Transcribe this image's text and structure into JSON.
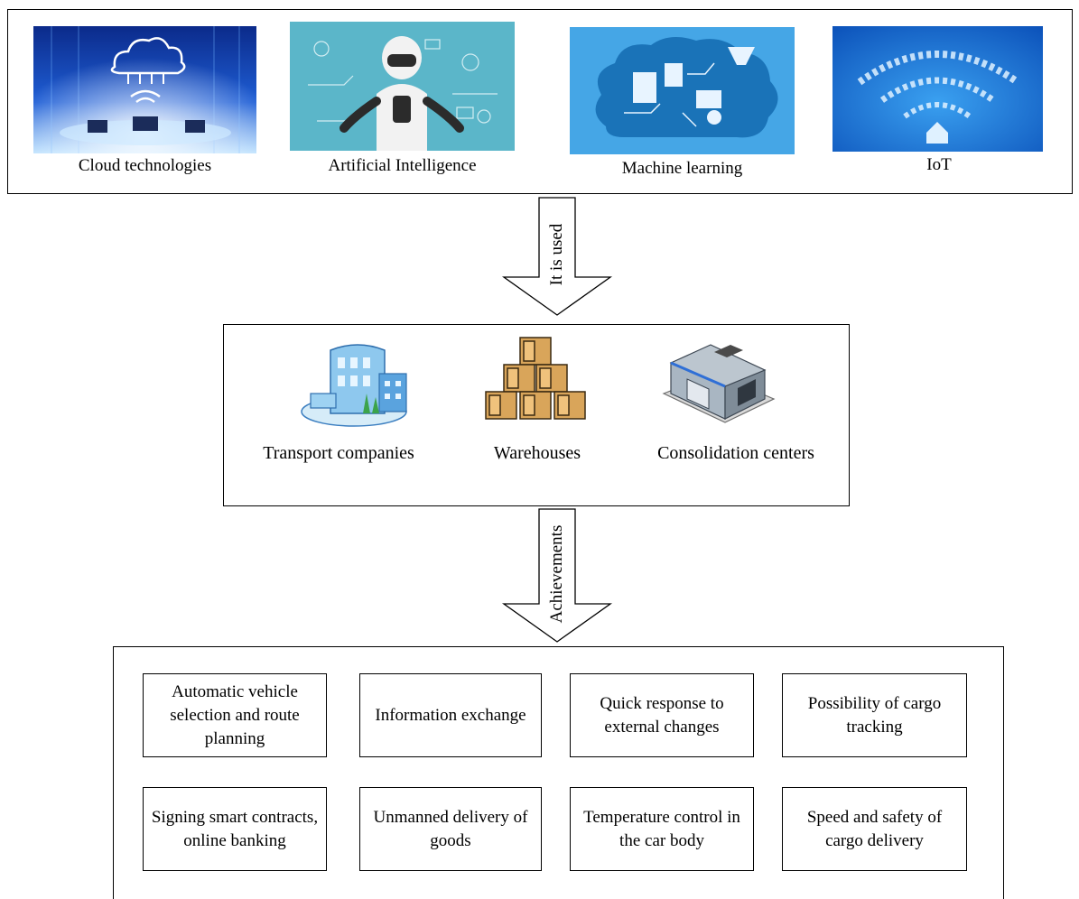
{
  "technologies": [
    {
      "label": "Cloud technologies"
    },
    {
      "label": "Artificial Intelligence"
    },
    {
      "label": "Machine learning"
    },
    {
      "label": "IoT"
    }
  ],
  "arrow1": {
    "label": "It is used"
  },
  "entities": [
    {
      "label": "Transport companies"
    },
    {
      "label": "Warehouses"
    },
    {
      "label": "Consolidation centers"
    }
  ],
  "arrow2": {
    "label": "Achievements"
  },
  "achievements": [
    {
      "label": "Automatic vehicle selection and route planning"
    },
    {
      "label": "Information exchange"
    },
    {
      "label": "Quick response to external changes"
    },
    {
      "label": "Possibility of cargo tracking"
    },
    {
      "label": "Signing smart contracts, online banking"
    },
    {
      "label": "Unmanned delivery of goods"
    },
    {
      "label": "Temperature control in the car body"
    },
    {
      "label": "Speed and safety of cargo delivery"
    }
  ]
}
